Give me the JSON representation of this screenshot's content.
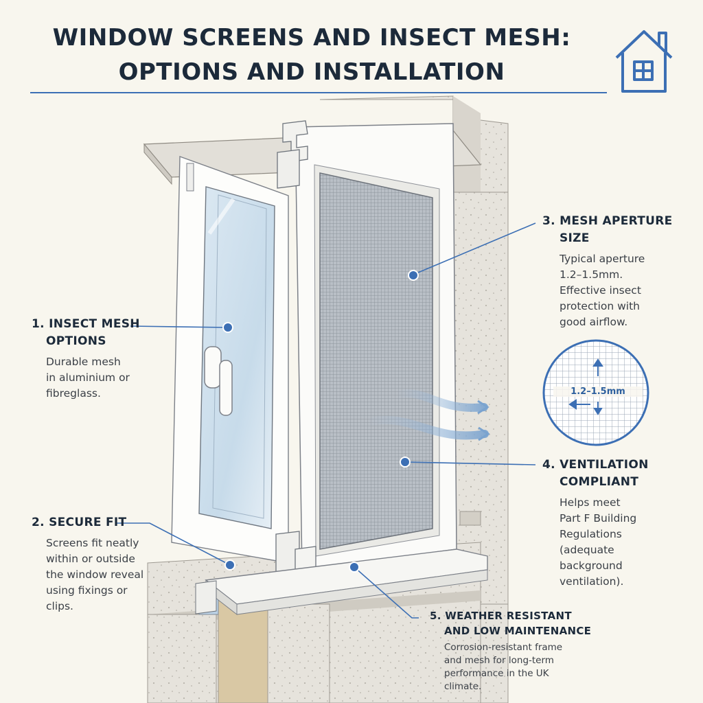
{
  "title": {
    "line1": "WINDOW SCREENS AND INSECT MESH:",
    "line2": "OPTIONS AND INSTALLATION"
  },
  "icons": {
    "header": "house-icon"
  },
  "colors": {
    "accent": "#3c6fb4",
    "heading": "#1c2a3a",
    "background": "#f8f6ee"
  },
  "callouts": [
    {
      "heading_line1": "1. INSECT MESH",
      "heading_line2": "OPTIONS",
      "body_lines": [
        "Durable mesh",
        "in aluminium or",
        "fibreglass."
      ]
    },
    {
      "heading_line1": "2. SECURE FIT",
      "heading_line2": "",
      "body_lines": [
        "Screens fit neatly",
        "within or outside",
        "the window reveal",
        "using fixings or",
        "clips."
      ]
    },
    {
      "heading_line1": "3. MESH APERTURE",
      "heading_line2": "SIZE",
      "body_lines": [
        "Typical aperture",
        "1.2–1.5mm.",
        "Effective insect",
        "protection with",
        "good airflow."
      ]
    },
    {
      "heading_line1": "4. VENTILATION",
      "heading_line2": "COMPLIANT",
      "body_lines": [
        "Helps meet",
        "Part F Building",
        "Regulations",
        "(adequate",
        "background",
        "ventilation)."
      ]
    },
    {
      "heading_line1": "5. WEATHER RESISTANT",
      "heading_line2": "AND LOW MAINTENANCE",
      "body_lines": [
        "Corrosion-resistant frame",
        "and mesh for long-term",
        "performance in the UK",
        "climate."
      ]
    }
  ],
  "aperture_detail": {
    "label": "1.2–1.5mm"
  }
}
